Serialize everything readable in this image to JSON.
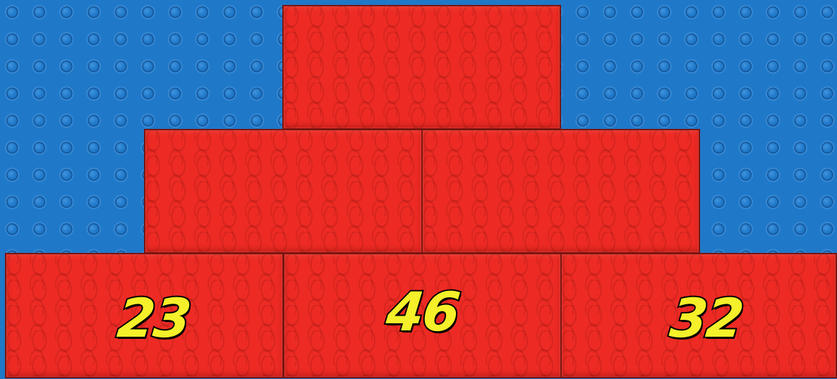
{
  "colors": {
    "baseplate": "#1f78c8",
    "brick": "#ed2b24",
    "number_fill": "#f5f02a",
    "number_outline": "#000000"
  },
  "pyramid": {
    "top": {
      "value": ""
    },
    "middle": [
      {
        "value": ""
      },
      {
        "value": ""
      }
    ],
    "bottom": [
      {
        "value": "23"
      },
      {
        "value": "46"
      },
      {
        "value": "32"
      }
    ]
  }
}
